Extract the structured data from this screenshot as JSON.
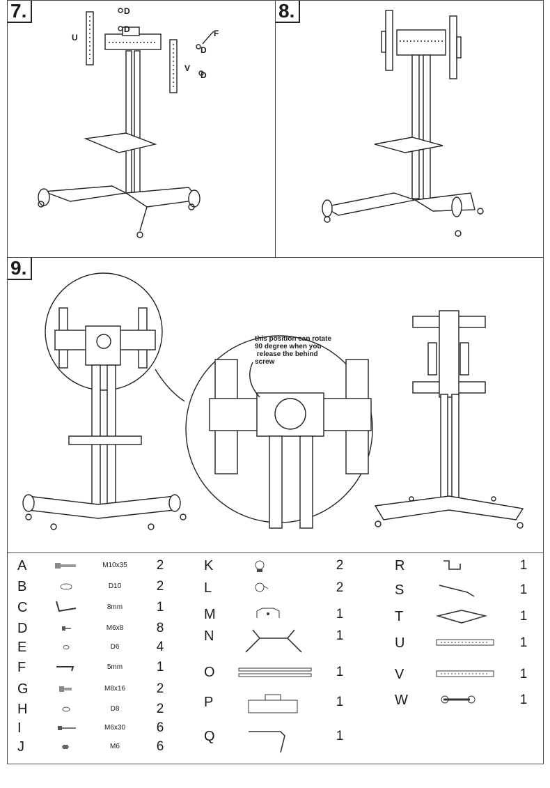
{
  "steps": {
    "s7": "7.",
    "s8": "8.",
    "s9": "9."
  },
  "step7_labels": {
    "u": "U",
    "d1": "D",
    "d2": "D",
    "d3": "D",
    "d4": "D",
    "f": "F",
    "v": "V"
  },
  "step9_note": "this position can rotate\n90 degree when you\n release the behind\nscrew",
  "parts_col1": [
    {
      "code": "A",
      "spec": "M10x35",
      "qty": "2",
      "icon": "bolt-icon"
    },
    {
      "code": "B",
      "spec": "D10",
      "qty": "2",
      "icon": "washer-icon"
    },
    {
      "code": "C",
      "spec": "8mm",
      "qty": "1",
      "icon": "allen-key-icon"
    },
    {
      "code": "D",
      "spec": "M6x8",
      "qty": "8",
      "icon": "screw-icon"
    },
    {
      "code": "E",
      "spec": "D6",
      "qty": "4",
      "icon": "washer-icon"
    },
    {
      "code": "F",
      "spec": "5mm",
      "qty": "1",
      "icon": "allen-key-icon"
    },
    {
      "code": "G",
      "spec": "M8x16",
      "qty": "2",
      "icon": "bolt-icon"
    },
    {
      "code": "H",
      "spec": "D8",
      "qty": "2",
      "icon": "washer-icon"
    },
    {
      "code": "I",
      "spec": "M6x30",
      "qty": "6",
      "icon": "long-screw-icon"
    },
    {
      "code": "J",
      "spec": "M6",
      "qty": "6",
      "icon": "nut-icon"
    }
  ],
  "parts_col2": [
    {
      "code": "K",
      "qty": "2",
      "icon": "caster-icon"
    },
    {
      "code": "L",
      "qty": "2",
      "icon": "locking-caster-icon"
    },
    {
      "code": "M",
      "qty": "1",
      "icon": "bracket-icon"
    },
    {
      "code": "N",
      "qty": "1",
      "icon": "base-frame-icon"
    },
    {
      "code": "O",
      "qty": "1",
      "icon": "column-tubes-icon"
    },
    {
      "code": "P",
      "qty": "1",
      "icon": "mount-plate-icon"
    },
    {
      "code": "Q",
      "qty": "1",
      "icon": "shelf-arm-icon"
    }
  ],
  "parts_col3": [
    {
      "code": "R",
      "qty": "1",
      "icon": "clip-icon"
    },
    {
      "code": "S",
      "qty": "1",
      "icon": "strap-icon"
    },
    {
      "code": "T",
      "qty": "1",
      "icon": "shelf-icon"
    },
    {
      "code": "U",
      "qty": "1",
      "icon": "rail-icon"
    },
    {
      "code": "V",
      "qty": "1",
      "icon": "rail-icon"
    },
    {
      "code": "W",
      "qty": "1",
      "icon": "wrench-icon"
    }
  ]
}
